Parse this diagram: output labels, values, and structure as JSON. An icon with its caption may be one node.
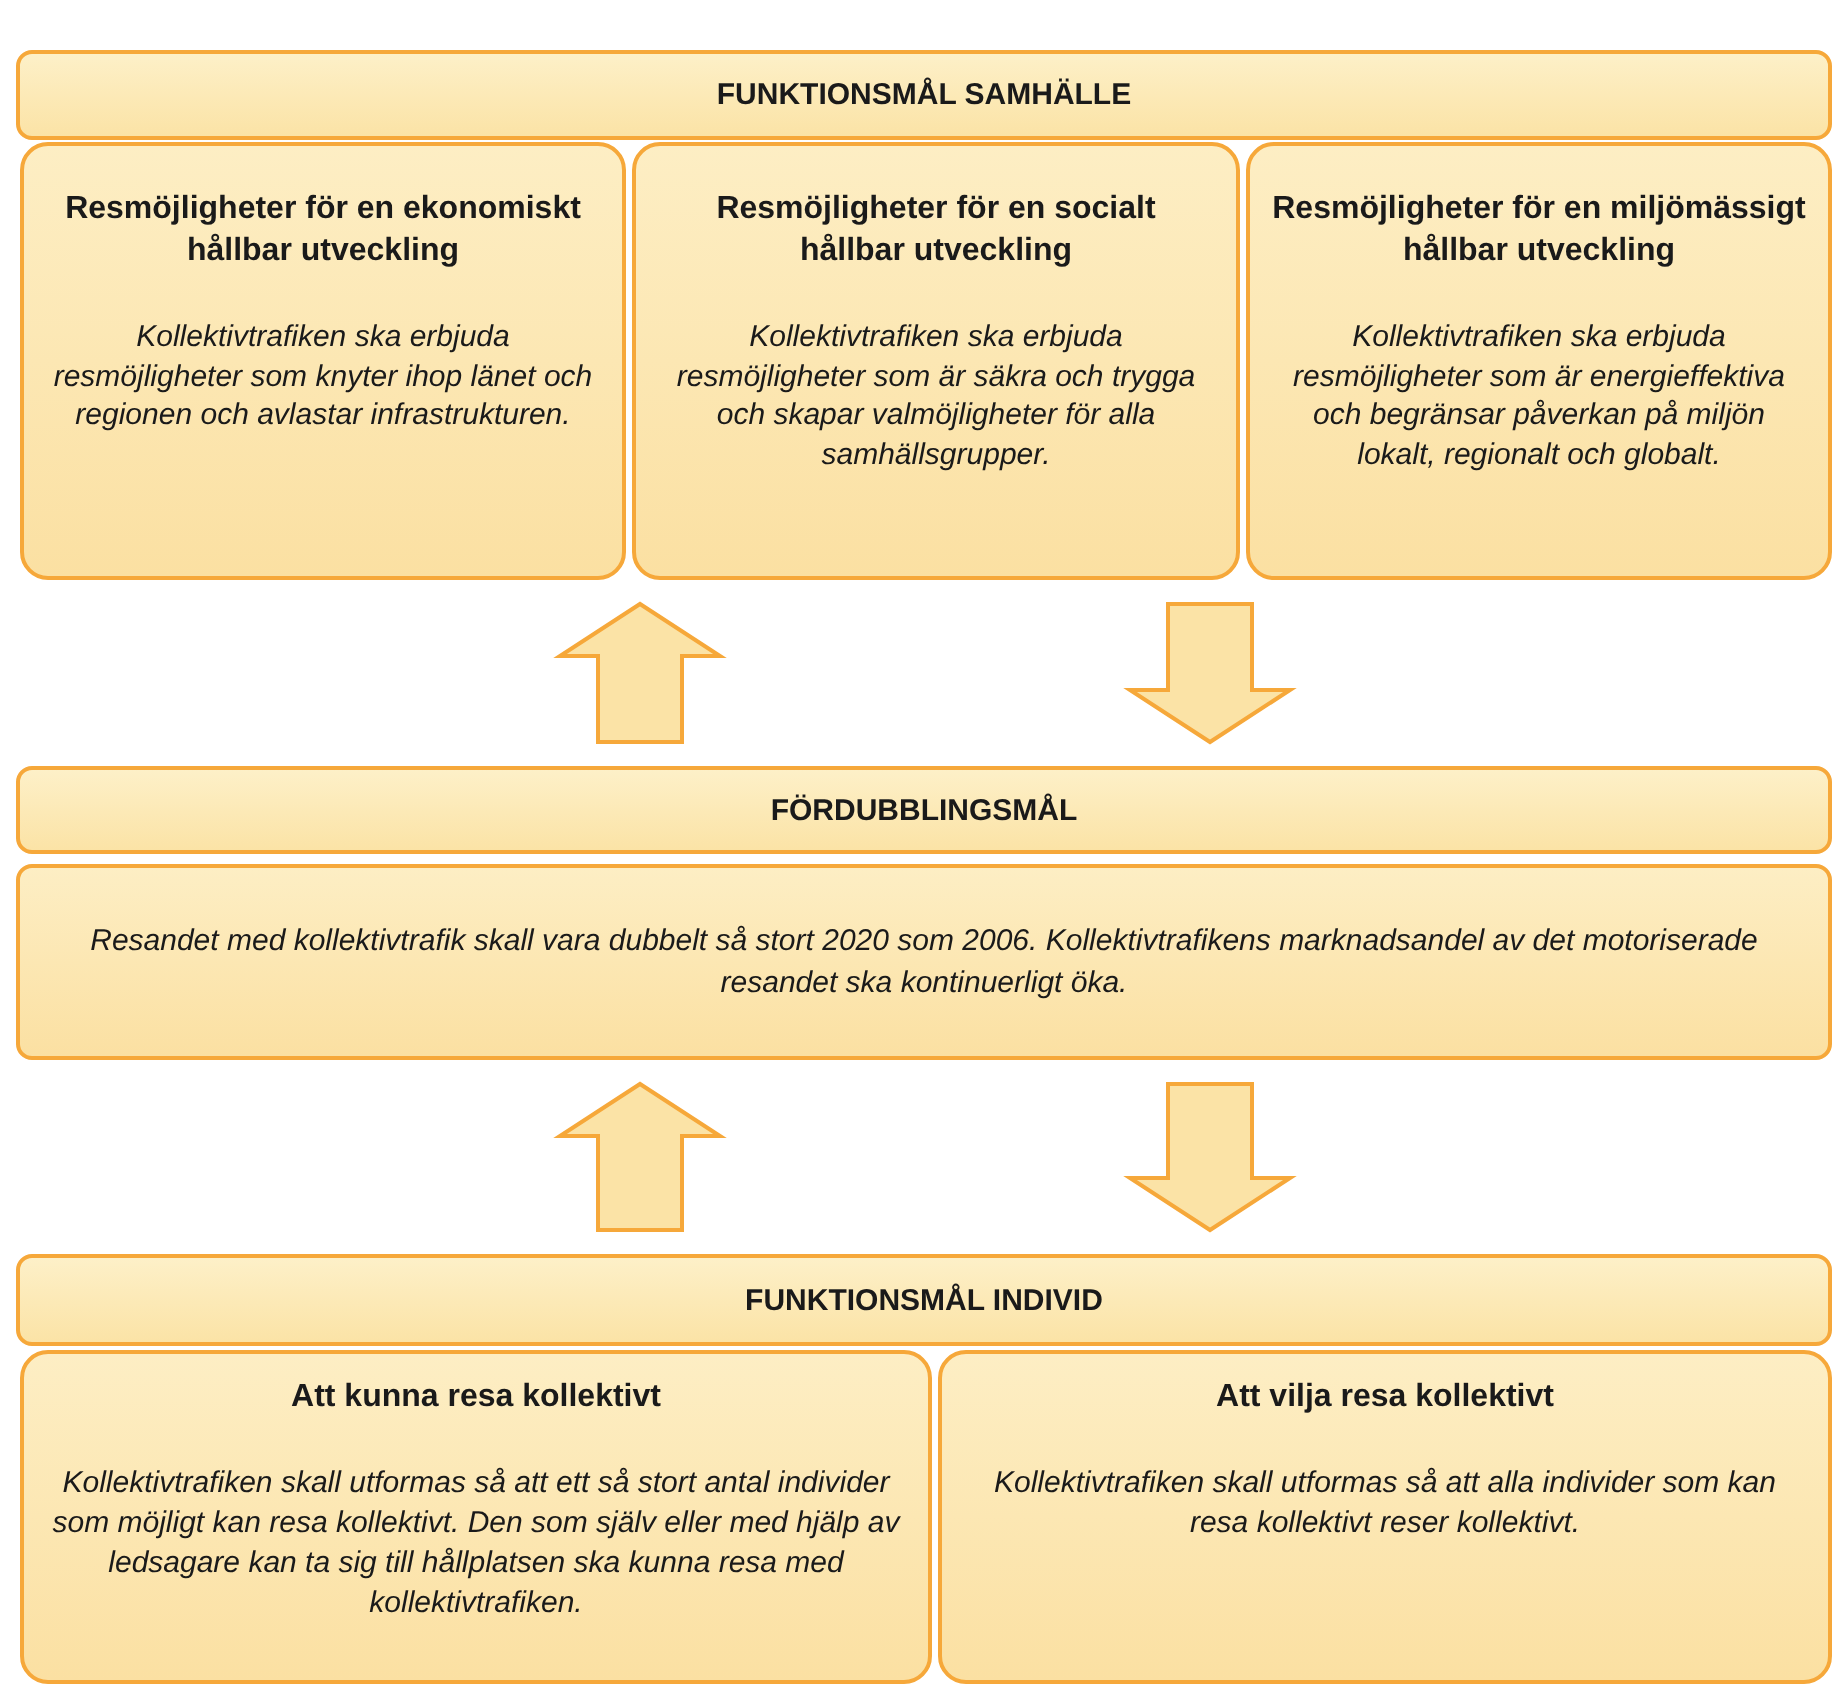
{
  "diagram": {
    "nodes": [
      {
        "text": [
          "FUNKTIONSMÅL SAMHÄLLE"
        ]
      },
      {
        "text": [
          "Resmöjligheter för en ekonomiskt hållbar utveckling",
          "Kollektivtrafiken ska erbjuda resmöjligheter som knyter ihop länet och regionen och avlastar infrastrukturen."
        ]
      },
      {
        "text": [
          "Resmöjligheter för en socialt hållbar utveckling",
          "Kollektivtrafiken ska erbjuda resmöjligheter som är säkra och trygga och skapar valmöjligheter för alla samhällsgrupper."
        ]
      },
      {
        "text": [
          "Resmöjligheter för en miljömässigt hållbar utveckling",
          "Kollektivtrafiken ska erbjuda resmöjligheter som är energieffektiva och begränsar påverkan på miljön lokalt, regionalt och globalt."
        ]
      },
      {
        "text": [
          "FÖRDUBBLINGSMÅL",
          "Resandet med kollektivtrafik skall vara dubbelt så stort 2020 som 2006. Kollektivtrafikens marknadsandel av det motoriserade resandet ska kontinuerligt öka."
        ]
      },
      {
        "text": [
          "FUNKTIONSMÅL INDIVID"
        ]
      },
      {
        "text": [
          "Att kunna resa kollektivt",
          "Kollektivtrafiken skall utformas så att ett så stort antal individer som möjligt kan resa kollektivt. Den som själv eller med hjälp av ledsagare kan ta sig till hållplatsen ska kunna resa med kollektivtrafiken."
        ]
      },
      {
        "text": [
          "Att vilja resa kollektivt",
          "Kollektivtrafiken skall utformas så att alla individer som kan resa kollektivt reser kollektivt."
        ]
      }
    ],
    "edges": [
      {
        "from": 4,
        "to": 2,
        "arrow": "to"
      },
      {
        "from": 2,
        "to": 4,
        "arrow": "to"
      },
      {
        "from": 5,
        "to": 4,
        "arrow": "to"
      },
      {
        "from": 4,
        "to": 5,
        "arrow": "to"
      }
    ]
  }
}
